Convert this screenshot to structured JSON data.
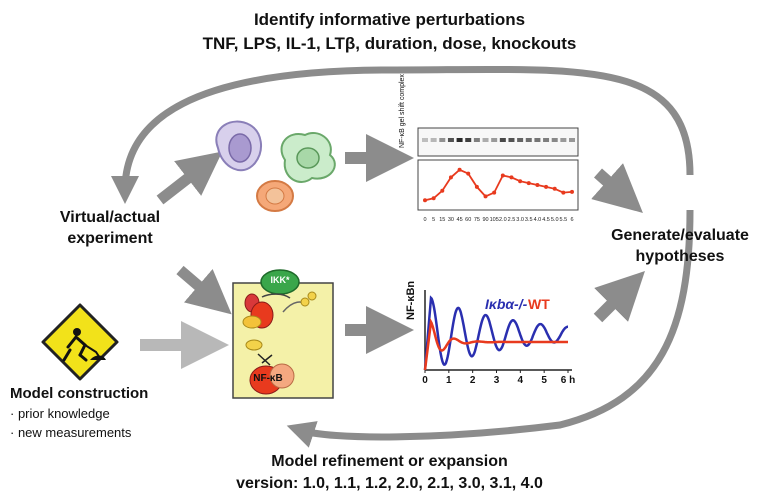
{
  "top": {
    "title": "Identify informative perturbations",
    "subtitle": "TNF,  LPS, IL-1, LTβ, duration, dose, knockouts"
  },
  "left_node": {
    "line1": "Virtual/actual",
    "line2": "experiment"
  },
  "right_node": {
    "line1": "Generate/evaluate",
    "line2": "hypotheses"
  },
  "model_construction": {
    "title": "Model construction",
    "items": [
      "prior knowledge",
      "new measurements"
    ]
  },
  "bottom": {
    "title": "Model refinement or expansion",
    "versions": "version: 1.0, 1.1, 1.2, 2.0, 2.1, 3.0, 3.1, 4.0"
  },
  "network": {
    "ikk_label": "IKK*",
    "nfkb_label": "NF-κB"
  },
  "colors": {
    "arrow": "#8c8c8c",
    "accent_red": "#e83a1e",
    "accent_blue": "#2a2fb0",
    "model_box": "#f4f1a8",
    "ikk_green": "#3aa64a",
    "sign_yellow": "#f2e21a"
  },
  "chart_data": [
    {
      "type": "line",
      "ylabel": "NF-κB gel shift complex",
      "x": [
        "0",
        "5",
        "15",
        "30",
        "45",
        "60",
        "75",
        "90",
        "105",
        "2.0",
        "2.5",
        "3.0",
        "3.5",
        "4.0",
        "4.5",
        "5.0",
        "5.5",
        "6"
      ],
      "tick_labels": [
        "0",
        "5",
        "15",
        "30",
        "45",
        "60",
        "75",
        "90",
        "105",
        "2.0",
        "2.5",
        "3.0",
        "3.5",
        "4.0",
        "4.5",
        "5.0",
        "5.5",
        "6"
      ],
      "series": [
        {
          "values": [
            0.1,
            0.15,
            0.35,
            0.7,
            0.9,
            0.8,
            0.45,
            0.2,
            0.3,
            0.75,
            0.7,
            0.6,
            0.55,
            0.5,
            0.45,
            0.4,
            0.3,
            0.32
          ]
        }
      ]
    },
    {
      "type": "line",
      "ylabel": "NF-κBn",
      "x": [
        0,
        1,
        2,
        3,
        4,
        5,
        6
      ],
      "x_tick_labels": [
        "0",
        "1",
        "2",
        "3",
        "4",
        "5",
        "6 h"
      ],
      "series": [
        {
          "name": "Iκbα-/-",
          "color": "#2a2fb0"
        },
        {
          "name": "WT",
          "color": "#e83a1e"
        }
      ]
    }
  ]
}
